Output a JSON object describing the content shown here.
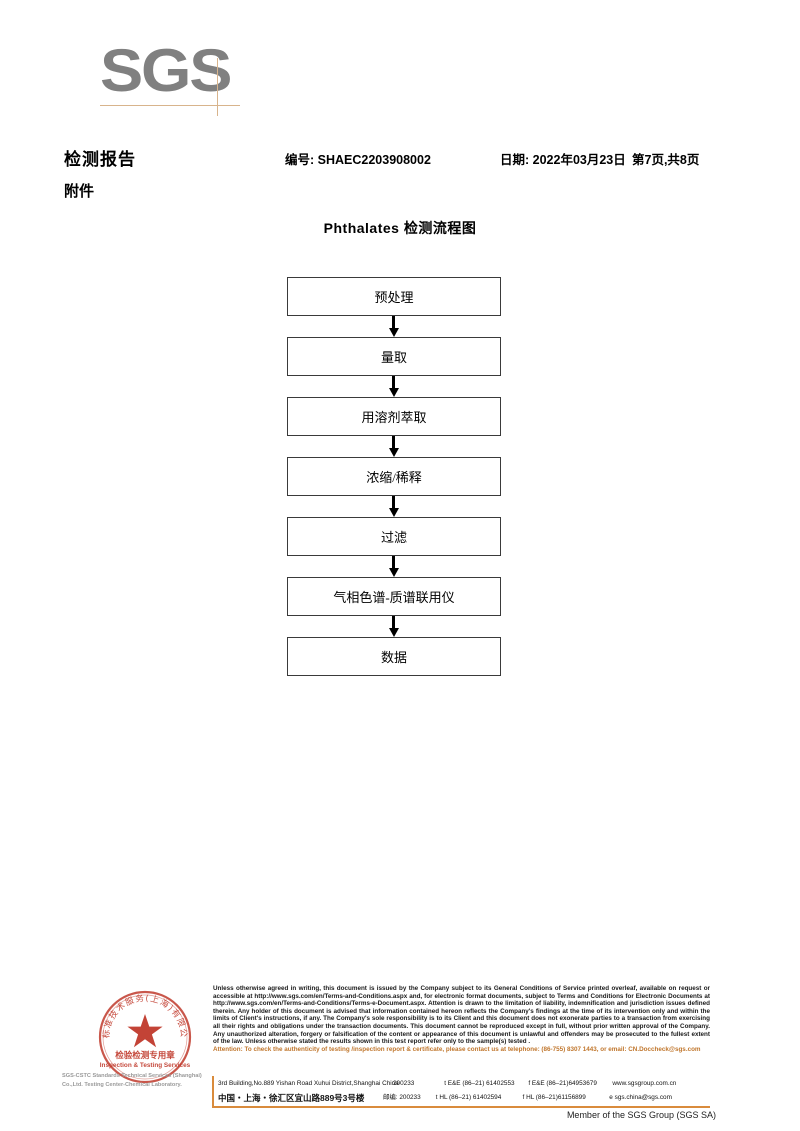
{
  "logo": {
    "text": "SGS"
  },
  "header": {
    "title": "检测报告",
    "subtitle": "附件",
    "report_no": "编号: SHAEC2203908002",
    "date": "日期: 2022年03月23日",
    "page": "第7页,共8页"
  },
  "flowchart": {
    "title": "Phthalates 检测流程图",
    "steps": [
      {
        "label": "预处理"
      },
      {
        "label": "量取"
      },
      {
        "label": "用溶剂萃取"
      },
      {
        "label": "浓缩/稀释"
      },
      {
        "label": "过滤"
      },
      {
        "label": "气相色谱-质谱联用仪"
      },
      {
        "label": "数据"
      }
    ]
  },
  "seal": {
    "top_text": "标标准技术服务(上海)有限公司",
    "center_line1": "检验检测专用章",
    "center_line2": "Inspection & Testing Services",
    "color": "#c0392b"
  },
  "footer": {
    "company_gray": "SGS-CSTC Standards Technical Services (Shanghai) Co.,Ltd. Testing Center-Chemical Laboratory.",
    "legal": "Unless otherwise agreed in writing, this document is issued by the Company subject to its General Conditions of Service printed overleaf, available on request or accessible at http://www.sgs.com/en/Terms-and-Conditions.aspx and, for electronic format documents, subject to Terms and Conditions for Electronic Documents at http://www.sgs.com/en/Terms-and-Conditions/Terms-e-Document.aspx. Attention is drawn to the limitation of liability, indemnification and jurisdiction issues defined therein. Any holder of this document is advised that information contained hereon reflects the Company's findings at the time of its intervention only and within the limits of Client's instructions, if any. The Company's sole responsibility is to its Client and this document does not exonerate parties to a transaction from exercising all their rights and obligations under the transaction documents. This document cannot be reproduced except in full, without prior written approval of the Company. Any unauthorized alteration, forgery or falsification of the content or appearance of this document is unlawful and offenders may be prosecuted to the fullest extent of the law. Unless otherwise stated the results shown in this test report refer only to the sample(s) tested .",
    "attention": "Attention: To check the authenticity of testing /inspection report & certificate, please contact us at telephone: (86-755) 8307 1443, or email: CN.Doccheck@sgs.com",
    "attention_color": "#c0762c",
    "address": {
      "en_address": "3rd Building,No.889 Yishan Road Xuhui District,Shanghai China",
      "en_zip": "200233",
      "cn_address": "中国・上海・徐汇区宜山路889号3号楼",
      "cn_zip": "邮编: 200233",
      "tel_ee": "t E&E (86–21) 61402553",
      "fax_ee": "f E&E (86–21)64953679",
      "website": "www.sgsgroup.com.cn",
      "tel_hl": "t HL (86–21) 61402594",
      "fax_hl": "f HL (86–21)61156899",
      "email": "e  sgs.china@sgs.com"
    },
    "member": "Member of the SGS Group (SGS SA)"
  }
}
